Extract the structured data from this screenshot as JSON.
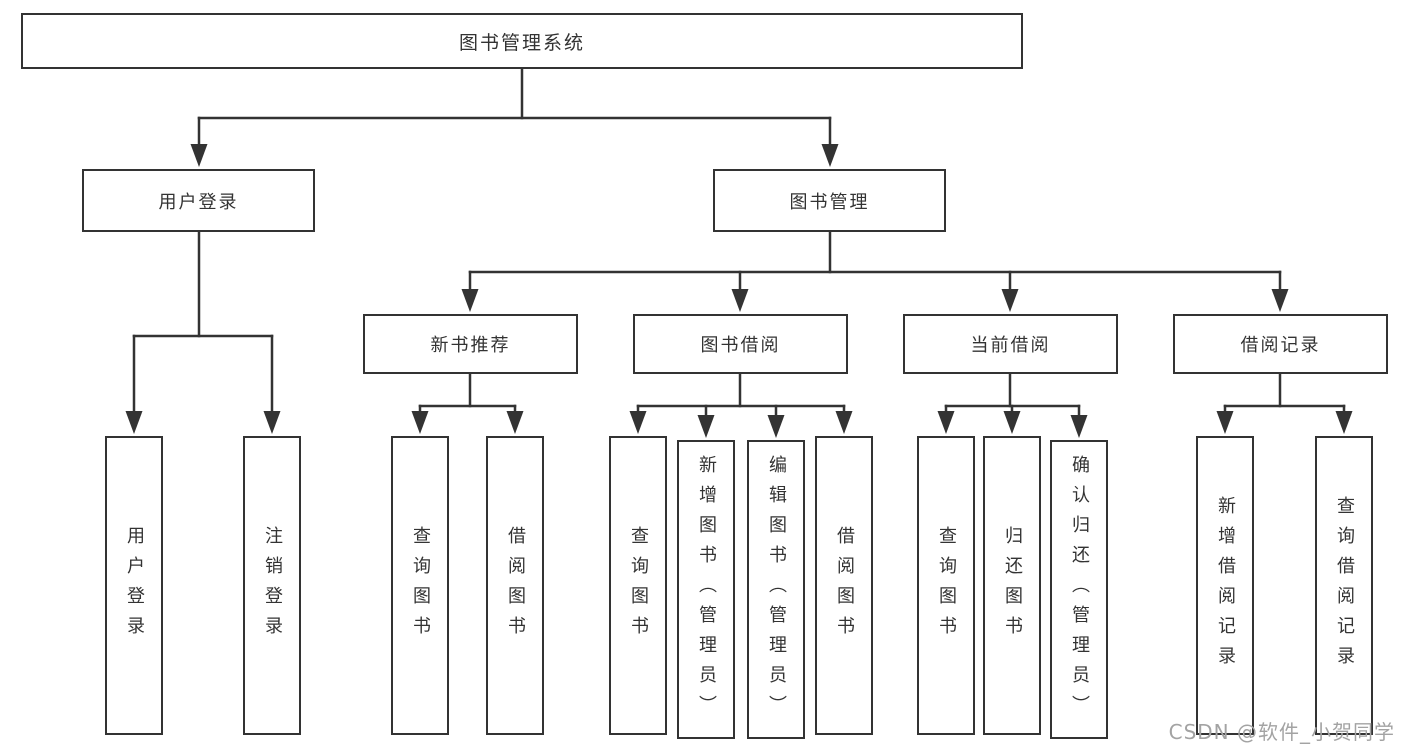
{
  "diagram_title": "图书管理系统",
  "colors": {
    "line": "#333333",
    "text": "#333333",
    "background": "#ffffff",
    "watermark": "#a3a3a3"
  },
  "watermark": "CSDN @软件_小贺同学",
  "tree": {
    "label": "图书管理系统",
    "children": [
      {
        "label": "用户登录",
        "children": [
          {
            "label": "用户登录"
          },
          {
            "label": "注销登录"
          }
        ]
      },
      {
        "label": "图书管理",
        "children": [
          {
            "label": "新书推荐",
            "children": [
              {
                "label": "查询图书"
              },
              {
                "label": "借阅图书"
              }
            ]
          },
          {
            "label": "图书借阅",
            "children": [
              {
                "label": "查询图书"
              },
              {
                "label": "新增图书（管理员）"
              },
              {
                "label": "编辑图书（管理员）"
              },
              {
                "label": "借阅图书"
              }
            ]
          },
          {
            "label": "当前借阅",
            "children": [
              {
                "label": "查询图书"
              },
              {
                "label": "归还图书"
              },
              {
                "label": "确认归还（管理员）"
              }
            ]
          },
          {
            "label": "借阅记录",
            "children": [
              {
                "label": "新增借阅记录"
              },
              {
                "label": "查询借阅记录"
              }
            ]
          }
        ]
      }
    ]
  }
}
